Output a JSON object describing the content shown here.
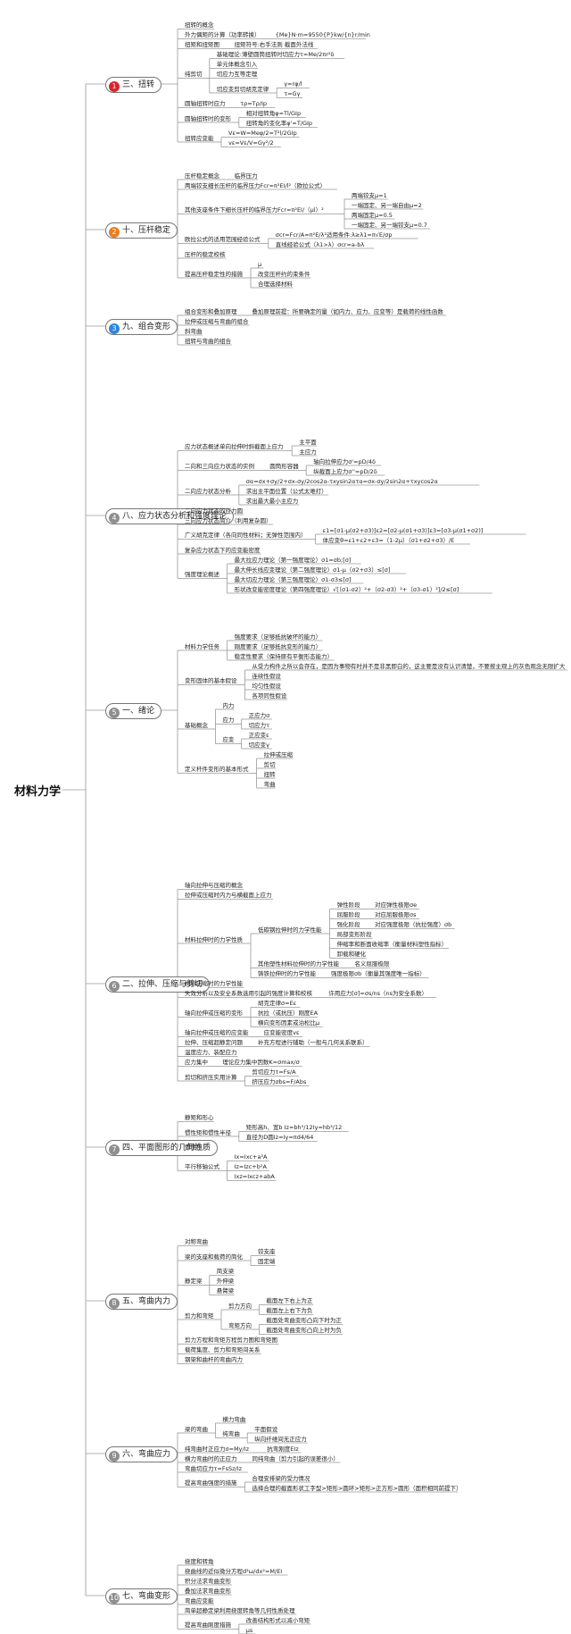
{
  "root": "材料力学",
  "badge_colors": [
    "#d9262a",
    "#e67e22",
    "#2e86de",
    "#8e8e8e",
    "#8e8e8e",
    "#8e8e8e",
    "#8e8e8e",
    "#8e8e8e",
    "#8e8e8e",
    "#8e8e8e"
  ],
  "sections": [
    {
      "num": "1",
      "label": "三、扭转",
      "children": [
        {
          "label": "扭转的概念"
        },
        {
          "label": "外力偶矩的计算（功率转换）",
          "children": [
            {
              "label": "{Me}N·m=9550{P}kw/{n}r/min"
            }
          ]
        },
        {
          "label": "扭矩和扭矩图",
          "children": [
            {
              "label": "扭矩符号:右手法则 截面外法线"
            }
          ]
        },
        {
          "label": "纯剪切",
          "children": [
            {
              "label": "基础理论:薄壁圆筒扭转时切应力τ=Me/2πr²δ"
            },
            {
              "label": "单元体概念引入"
            },
            {
              "label": "切应力互等定理"
            },
            {
              "label": "切应变剪切胡克定律",
              "children": [
                {
                  "label": "γ=rφ/l"
                },
                {
                  "label": "τ=Gγ"
                }
              ]
            }
          ]
        },
        {
          "label": "圆轴扭转时应力",
          "children": [
            {
              "label": "τρ=Tρ/Ip"
            }
          ]
        },
        {
          "label": "圆轴扭转时的变形",
          "children": [
            {
              "label": "相对扭转角φ=Tl/GIp"
            },
            {
              "label": "扭转角的变化率φ'=T/GIp"
            }
          ]
        },
        {
          "label": "扭转应变能",
          "children": [
            {
              "label": "Vε=W=Meφ/2=T²l/2GIp"
            },
            {
              "label": "vε=Vε/V=Gγ²/2"
            }
          ]
        }
      ]
    },
    {
      "num": "2",
      "label": "十、压杆稳定",
      "children": [
        {
          "label": "压杆稳定概念",
          "children": [
            {
              "label": "临界压力"
            }
          ]
        },
        {
          "label": "两端铰支细长压杆的临界压力Fcr=π²EI/l²（欧拉公式）"
        },
        {
          "label": "其他支座条件下细长压杆的临界压力Fcr=π²EI/（μl）²",
          "children": [
            {
              "label": "两端铰支μ=1"
            },
            {
              "label": "一端固定、另一端自由μ=2"
            },
            {
              "label": "两端固定μ=0.5"
            },
            {
              "label": "一端固定、另一端铰支μ=0.7"
            }
          ]
        },
        {
          "label": "欧拉公式的适用范围经验公式",
          "children": [
            {
              "label": "σcr=Fcr/A=π²E/λ²适用条件:λ≥λ1=π√E/σp"
            },
            {
              "label": "直线经验公式（λ1>λ）σcr=a-bλ"
            }
          ]
        },
        {
          "label": "压杆的稳定校核"
        },
        {
          "label": "提高压杆稳定性的措施",
          "children": [
            {
              "label": "μ"
            },
            {
              "label": "改变压杆约的束条件"
            },
            {
              "label": "合理选择材料"
            }
          ]
        }
      ]
    },
    {
      "num": "3",
      "label": "九、组合变形",
      "children": [
        {
          "label": "组合变形和叠加原理",
          "children": [
            {
              "label": "叠加原理前提：所要确定的量（如内力、应力、应变等）是载荷的线性函数"
            }
          ]
        },
        {
          "label": "拉伸或压缩与弯曲的组合"
        },
        {
          "label": "斜弯曲"
        },
        {
          "label": "扭转与弯曲的组合"
        }
      ]
    },
    {
      "num": "4",
      "label": "八、应力状态分析和强度理论",
      "children": [
        {
          "label": "应力状态概述单向拉伸时斜截面上应力",
          "children": [
            {
              "label": "主平面"
            },
            {
              "label": "主应力"
            }
          ]
        },
        {
          "label": "二向和三向应力状态的实例",
          "children": [
            {
              "label": "圆筒形容器",
              "children": [
                {
                  "label": "轴向拉伸应力σ'=pD/4δ"
                },
                {
                  "label": "纵截面上应力σ''=pD/2δ"
                }
              ]
            }
          ]
        },
        {
          "label": "二向应力状态分析",
          "children": [
            {
              "label": "σα=σx+σy/2+σx-σy/2cos2α-τxysin2ατα=σx-σy/2sin2α+τxycos2α"
            },
            {
              "label": "求出主平面位置（公式太难打）"
            },
            {
              "label": "求出最大最小主应力"
            }
          ]
        },
        {
          "label": "二向应力状态的应力圆"
        },
        {
          "label": "三向应力状态简介（利用复杂圆）"
        },
        {
          "label": "广义胡克定律（各向同性材料；无弹性范围内）",
          "children": [
            {
              "label": "ε1=[σ1-μ(σ2+σ3)]ε2=[σ2-μ(σ1+σ3)]ε3=[σ3-μ(σ1+σ2)]"
            },
            {
              "label": "体应变θ=ε1+ε2+ε3=（1-2μ）（σ1+σ2+σ3）/E"
            }
          ]
        },
        {
          "label": "复杂应力状态下的应变能密度"
        },
        {
          "label": "强度理论概述",
          "children": [
            {
              "label": "最大拉应力理论（第一强度理论）σ1=σb;[σ]"
            },
            {
              "label": "最大伸长线应变理论（第二强度理论）σ1-μ（σ2+σ3）≤[σ]"
            },
            {
              "label": "最大切应力理论（第三强度理论）σ1-σ3≤[σ]"
            },
            {
              "label": "形状改变能密度理论（第四强度理论）√[（σ1-σ2）²+（σ2-σ3）²+（σ3-σ1）²]/2≤[σ]"
            }
          ]
        }
      ]
    },
    {
      "num": "5",
      "label": "一、绪论",
      "children": [
        {
          "label": "材料力学任务",
          "children": [
            {
              "label": "强度要求（足够抵抗破坏的能力）"
            },
            {
              "label": "刚度要求（足够抵抗变形的能力）"
            },
            {
              "label": "稳定性要求（保持原有平衡形态能力）"
            }
          ]
        },
        {
          "label": "变形固体的基本假设",
          "children": [
            {
              "label": "从受力构件之所以会存在，是因为事物有时并不是非黑即白的，这主要是没有认识清楚，不要按主观上的灰色观念无限扩大"
            },
            {
              "label": "连续性假设"
            },
            {
              "label": "均匀性假设"
            },
            {
              "label": "各项同性假设"
            }
          ]
        },
        {
          "label": "基础概念",
          "children": [
            {
              "label": "内力"
            },
            {
              "label": "应力",
              "children": [
                {
                  "label": "正应力σ"
                },
                {
                  "label": "切应力τ"
                }
              ]
            },
            {
              "label": "应变",
              "children": [
                {
                  "label": "正应变ε"
                },
                {
                  "label": "切应变γ"
                }
              ]
            }
          ]
        },
        {
          "label": "定义杆件变形的基本形式",
          "children": [
            {
              "label": "拉伸或压缩"
            },
            {
              "label": "剪切"
            },
            {
              "label": "扭转"
            },
            {
              "label": "弯曲"
            }
          ]
        }
      ]
    },
    {
      "num": "6",
      "label": "二、拉伸、压缩与剪切",
      "children": [
        {
          "label": "轴向拉伸与压缩的概念"
        },
        {
          "label": "拉伸或压缩时内力与横截面上应力"
        },
        {
          "label": "材料拉伸时的力学性质",
          "children": [
            {
              "label": "低碳钢拉伸时的力学性能",
              "children": [
                {
                  "label": "弹性阶段",
                  "children": [
                    {
                      "label": "对应弹性极限σe"
                    }
                  ]
                },
                {
                  "label": "屈服阶段",
                  "children": [
                    {
                      "label": "对应屈服极限σs"
                    }
                  ]
                },
                {
                  "label": "强化阶段",
                  "children": [
                    {
                      "label": "对应强度极限（抗拉强度）σb"
                    }
                  ]
                },
                {
                  "label": "局部变形阶段"
                },
                {
                  "label": "伸缩率和断面收缩率（衡量材料塑性指标）"
                },
                {
                  "label": "卸载和硬化"
                }
              ]
            },
            {
              "label": "其他塑性材料拉伸时的力学性能",
              "children": [
                {
                  "label": "名义屈服极限"
                }
              ]
            },
            {
              "label": "铸铁拉伸时的力学性能",
              "children": [
                {
                  "label": "强度极限σb（衡量其强度唯一指标）"
                }
              ]
            }
          ]
        },
        {
          "label": "材料压缩时的力学性能"
        },
        {
          "label": "失效分析以及安全系数选用引起的强度计算和校核",
          "children": [
            {
              "label": "许用应力[σ]=σs/ns（ns为安全系数）"
            }
          ]
        },
        {
          "label": "轴向拉伸或压缩的变形",
          "children": [
            {
              "label": "胡克定律σ=Eε"
            },
            {
              "label": "抗拉（或抗压）刚度EA"
            },
            {
              "label": "横向变形因素或泊松比μ"
            }
          ]
        },
        {
          "label": "轴向拉伸或压缩的应变能",
          "children": [
            {
              "label": "应变能密度vε"
            }
          ]
        },
        {
          "label": "拉伸、压缩超静定问题",
          "children": [
            {
              "label": "补充方程进行辅助（一般与几何关系联系）"
            }
          ]
        },
        {
          "label": "温度应力、装配应力"
        },
        {
          "label": "应力集中",
          "children": [
            {
              "label": "理论应力集中因数K=σmax/σ"
            }
          ]
        },
        {
          "label": "剪切和挤压实用计算",
          "children": [
            {
              "label": "剪切应力τ=Fs/A"
            },
            {
              "label": "挤压应力σbs=F/Abs"
            }
          ]
        }
      ]
    },
    {
      "num": "7",
      "label": "四、平面图形的几何性质",
      "children": [
        {
          "label": "静矩和形心"
        },
        {
          "label": "惯性矩和惯性半径",
          "children": [
            {
              "label": "矩形高h、宽b Iz=bh³/12Iy=hb³/12"
            },
            {
              "label": "直径为D圆Iz=Iy=πd4/64"
            }
          ]
        },
        {
          "label": "惯性积"
        },
        {
          "label": "平行移轴公式",
          "children": [
            {
              "label": "Ix=Ixc+a²A"
            },
            {
              "label": "Iz=Izc+b²A"
            },
            {
              "label": "Ixz=Ixcz+abA"
            }
          ]
        }
      ]
    },
    {
      "num": "8",
      "label": "五、弯曲内力",
      "children": [
        {
          "label": "对称弯曲"
        },
        {
          "label": "梁的支座和载荷的简化",
          "children": [
            {
              "label": "铰支座"
            },
            {
              "label": "固定端"
            }
          ]
        },
        {
          "label": "静定梁",
          "children": [
            {
              "label": "简支梁"
            },
            {
              "label": "外伸梁"
            },
            {
              "label": "悬臂梁"
            }
          ]
        },
        {
          "label": "剪力和弯矩",
          "children": [
            {
              "label": "剪力方向",
              "children": [
                {
                  "label": "截面左下右上为正"
                },
                {
                  "label": "截面左上右下为负"
                }
              ]
            },
            {
              "label": "弯矩方向",
              "children": [
                {
                  "label": "截面处弯曲变形凸向下时为正"
                },
                {
                  "label": "截面处弯曲变形凸向上时为负"
                }
              ]
            }
          ]
        },
        {
          "label": "剪力方程和弯矩方程剪力图和弯矩图"
        },
        {
          "label": "载荷集度、剪力和弯矩间关系"
        },
        {
          "label": "钢架和曲杆的弯曲内力"
        }
      ]
    },
    {
      "num": "9",
      "label": "六、弯曲应力",
      "children": [
        {
          "label": "梁的弯曲",
          "children": [
            {
              "label": "横力弯曲"
            },
            {
              "label": "纯弯曲",
              "children": [
                {
                  "label": "平面假设"
                },
                {
                  "label": "纵向纤维间无正应力"
                }
              ]
            }
          ]
        },
        {
          "label": "纯弯曲时正应力σ=My/Iz",
          "children": [
            {
              "label": "抗弯刚度EIz"
            }
          ]
        },
        {
          "label": "横力弯曲时的正应力",
          "children": [
            {
              "label": "同纯弯曲（剪力引起的误差很小）"
            }
          ]
        },
        {
          "label": "弯曲切应力τ=FsSz/Iz"
        },
        {
          "label": "提高弯曲强度的措施",
          "children": [
            {
              "label": "合理安排梁的受力情况"
            },
            {
              "label": "选择合理的截面形状工字型>矩形>圆环>矩形>正方形>圆形（面积相同前提下）"
            }
          ]
        }
      ]
    },
    {
      "num": "10",
      "label": "七、弯曲变形",
      "children": [
        {
          "label": "挠度和转角"
        },
        {
          "label": "挠曲线的近似微分方程d²ω/dx²=M/EI"
        },
        {
          "label": "积分法求弯曲变形"
        },
        {
          "label": "叠加法求弯曲变形"
        },
        {
          "label": "弯曲应变能"
        },
        {
          "label": "简单超静定梁利用挠度转角等几何性质处理"
        },
        {
          "label": "提高弯曲刚度措施",
          "children": [
            {
              "label": "改善结构形式以减小弯矩"
            },
            {
              "label": "μs"
            }
          ]
        }
      ]
    }
  ]
}
